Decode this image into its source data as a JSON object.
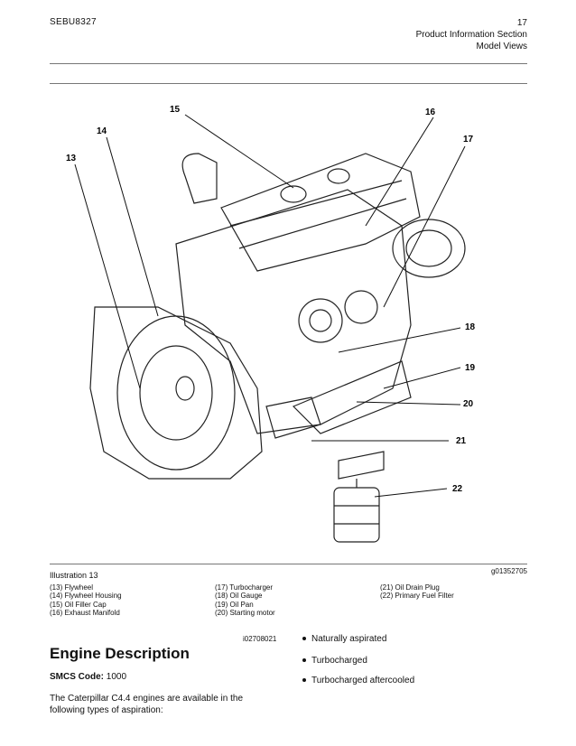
{
  "header": {
    "doc_id": "SEBU8327",
    "page_number": "17",
    "section": "Product Information Section",
    "subsection": "Model Views"
  },
  "figure": {
    "callouts": [
      "13",
      "14",
      "15",
      "16",
      "17",
      "18",
      "19",
      "20",
      "21",
      "22"
    ],
    "illustration_label": "Illustration 13",
    "graphic_id": "g01352705"
  },
  "captions": {
    "col1": [
      "(13) Flywheel",
      "(14) Flywheel Housing",
      "(15) Oil Filler Cap",
      "(16) Exhaust Manifold"
    ],
    "col2": [
      "(17) Turbocharger",
      "(18) Oil Gauge",
      "(19) Oil Pan",
      "(20) Starting motor"
    ],
    "col3": [
      "(21) Oil Drain Plug",
      "(22) Primary Fuel Filter"
    ]
  },
  "section": {
    "ref_id": "i02708021",
    "title": "Engine Description",
    "smcs_label": "SMCS Code:",
    "smcs_value": "1000",
    "body": "The Caterpillar C4.4 engines are available in the following types of aspiration:"
  },
  "aspiration_types": [
    "Naturally aspirated",
    "Turbocharged",
    "Turbocharged aftercooled"
  ]
}
